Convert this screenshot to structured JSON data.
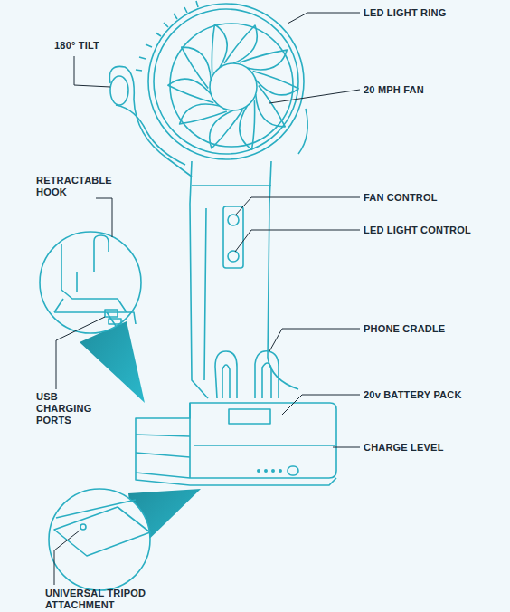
{
  "diagram": {
    "labels": [
      "180° TILT",
      "LED LIGHT RING",
      "20 MPH FAN",
      "RETRACTABLE HOOK",
      "FAN CONTROL",
      "LED LIGHT CONTROL",
      "PHONE CRADLE",
      "USB CHARGING PORTS",
      "20v BATTERY PACK",
      "CHARGE LEVEL",
      "UNIVERSAL TRIPOD ATTACHMENT"
    ]
  }
}
